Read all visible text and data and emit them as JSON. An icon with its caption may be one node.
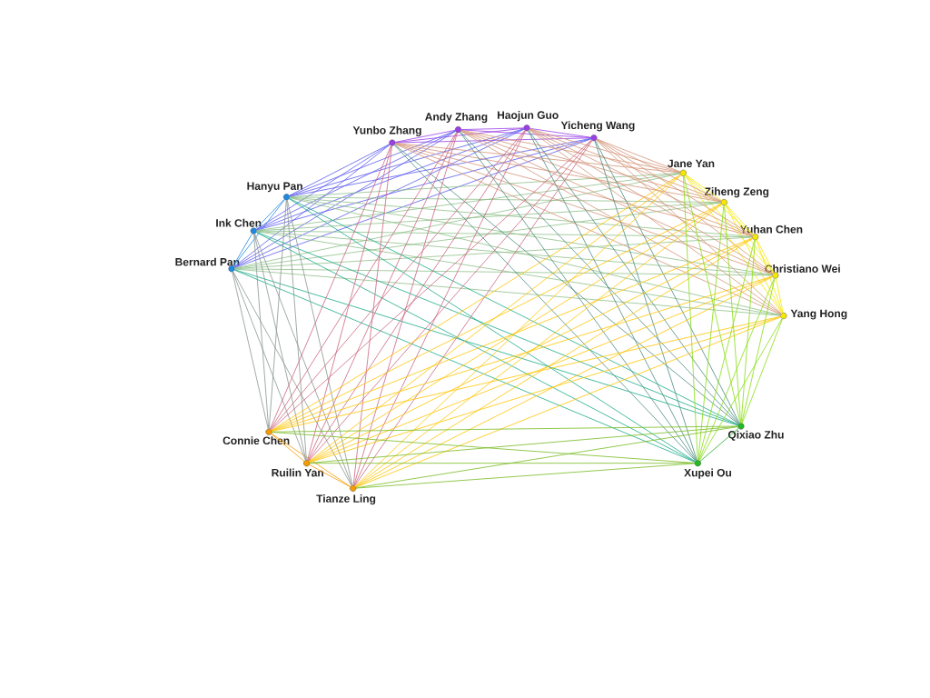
{
  "diagram": {
    "nodes": [
      {
        "text": [
          "Yunbo Zhang"
        ]
      },
      {
        "text": [
          "Andy Zhang"
        ]
      },
      {
        "text": [
          "Haojun Guo"
        ]
      },
      {
        "text": [
          "Yicheng Wang"
        ]
      },
      {
        "text": [
          "Hanyu Pan"
        ]
      },
      {
        "text": [
          "Ink Chen"
        ]
      },
      {
        "text": [
          "Bernard Pan"
        ]
      },
      {
        "text": [
          "Jane Yan"
        ]
      },
      {
        "text": [
          "Ziheng Zeng"
        ]
      },
      {
        "text": [
          "Yuhan Chen"
        ]
      },
      {
        "text": [
          "Christiano Wei"
        ]
      },
      {
        "text": [
          "Yang Hong"
        ]
      },
      {
        "text": [
          "Tianze Ling"
        ]
      },
      {
        "text": [
          "Ruilin Yan"
        ]
      },
      {
        "text": [
          "Connie Chen"
        ]
      },
      {
        "text": [
          "Qixiao Zhu"
        ]
      },
      {
        "text": [
          "Xupei Ou"
        ]
      }
    ],
    "edges": [
      {
        "from": 0,
        "to": 1,
        "arrow": "none",
        "color": "#9b40e8"
      },
      {
        "from": 0,
        "to": 2,
        "arrow": "none",
        "color": "#9b40e8"
      },
      {
        "from": 0,
        "to": 3,
        "arrow": "none",
        "color": "#9b40e8"
      },
      {
        "from": 1,
        "to": 2,
        "arrow": "none",
        "color": "#9b40e8"
      },
      {
        "from": 1,
        "to": 3,
        "arrow": "none",
        "color": "#9b40e8"
      },
      {
        "from": 2,
        "to": 3,
        "arrow": "none",
        "color": "#9b40e8"
      },
      {
        "from": 4,
        "to": 5,
        "arrow": "none",
        "color": "#1e88e5"
      },
      {
        "from": 4,
        "to": 6,
        "arrow": "none",
        "color": "#1e88e5"
      },
      {
        "from": 5,
        "to": 6,
        "arrow": "none",
        "color": "#1e88e5"
      },
      {
        "from": 7,
        "to": 8,
        "arrow": "none",
        "color": "#f5e800"
      },
      {
        "from": 7,
        "to": 9,
        "arrow": "none",
        "color": "#f5e800"
      },
      {
        "from": 7,
        "to": 10,
        "arrow": "none",
        "color": "#f5e800"
      },
      {
        "from": 7,
        "to": 11,
        "arrow": "none",
        "color": "#f5e800"
      },
      {
        "from": 8,
        "to": 9,
        "arrow": "none",
        "color": "#f5e800"
      },
      {
        "from": 8,
        "to": 10,
        "arrow": "none",
        "color": "#f5e800"
      },
      {
        "from": 8,
        "to": 11,
        "arrow": "none",
        "color": "#f5e800"
      },
      {
        "from": 9,
        "to": 10,
        "arrow": "none",
        "color": "#f5e800"
      },
      {
        "from": 9,
        "to": 11,
        "arrow": "none",
        "color": "#f5e800"
      },
      {
        "from": 10,
        "to": 11,
        "arrow": "none",
        "color": "#f5e800"
      },
      {
        "from": 12,
        "to": 13,
        "arrow": "none",
        "color": "#f59b00"
      },
      {
        "from": 12,
        "to": 14,
        "arrow": "none",
        "color": "#f59b00"
      },
      {
        "from": 13,
        "to": 14,
        "arrow": "none",
        "color": "#f59b00"
      },
      {
        "from": 15,
        "to": 16,
        "arrow": "none",
        "color": "#22aa22"
      },
      {
        "from": 4,
        "to": 0,
        "arrow": "none",
        "color": "#5b5bf0"
      },
      {
        "from": 4,
        "to": 1,
        "arrow": "none",
        "color": "#5b5bf0"
      },
      {
        "from": 4,
        "to": 2,
        "arrow": "none",
        "color": "#5b5bf0"
      },
      {
        "from": 4,
        "to": 3,
        "arrow": "none",
        "color": "#5b5bf0"
      },
      {
        "from": 5,
        "to": 0,
        "arrow": "none",
        "color": "#5b5bf0"
      },
      {
        "from": 5,
        "to": 1,
        "arrow": "none",
        "color": "#5b5bf0"
      },
      {
        "from": 5,
        "to": 2,
        "arrow": "none",
        "color": "#5b5bf0"
      },
      {
        "from": 5,
        "to": 3,
        "arrow": "none",
        "color": "#5b5bf0"
      },
      {
        "from": 6,
        "to": 0,
        "arrow": "none",
        "color": "#5b5bf0"
      },
      {
        "from": 6,
        "to": 1,
        "arrow": "none",
        "color": "#5b5bf0"
      },
      {
        "from": 6,
        "to": 2,
        "arrow": "none",
        "color": "#5b5bf0"
      },
      {
        "from": 6,
        "to": 3,
        "arrow": "none",
        "color": "#5b5bf0"
      },
      {
        "from": 4,
        "to": 7,
        "arrow": "none",
        "color": "#8fc08a"
      },
      {
        "from": 4,
        "to": 8,
        "arrow": "none",
        "color": "#8fc08a"
      },
      {
        "from": 4,
        "to": 9,
        "arrow": "none",
        "color": "#8fc08a"
      },
      {
        "from": 4,
        "to": 10,
        "arrow": "none",
        "color": "#8fc08a"
      },
      {
        "from": 4,
        "to": 11,
        "arrow": "none",
        "color": "#8fc08a"
      },
      {
        "from": 5,
        "to": 7,
        "arrow": "none",
        "color": "#8fc08a"
      },
      {
        "from": 5,
        "to": 8,
        "arrow": "none",
        "color": "#8fc08a"
      },
      {
        "from": 5,
        "to": 9,
        "arrow": "none",
        "color": "#8fc08a"
      },
      {
        "from": 5,
        "to": 10,
        "arrow": "none",
        "color": "#8fc08a"
      },
      {
        "from": 5,
        "to": 11,
        "arrow": "none",
        "color": "#8fc08a"
      },
      {
        "from": 6,
        "to": 7,
        "arrow": "none",
        "color": "#8fc08a"
      },
      {
        "from": 6,
        "to": 8,
        "arrow": "none",
        "color": "#8fc08a"
      },
      {
        "from": 6,
        "to": 9,
        "arrow": "none",
        "color": "#8fc08a"
      },
      {
        "from": 6,
        "to": 10,
        "arrow": "none",
        "color": "#8fc08a"
      },
      {
        "from": 6,
        "to": 11,
        "arrow": "none",
        "color": "#8fc08a"
      },
      {
        "from": 0,
        "to": 7,
        "arrow": "none",
        "color": "#d4957a"
      },
      {
        "from": 0,
        "to": 8,
        "arrow": "none",
        "color": "#d4957a"
      },
      {
        "from": 0,
        "to": 9,
        "arrow": "none",
        "color": "#d4957a"
      },
      {
        "from": 0,
        "to": 10,
        "arrow": "none",
        "color": "#d4957a"
      },
      {
        "from": 0,
        "to": 11,
        "arrow": "none",
        "color": "#d4957a"
      },
      {
        "from": 1,
        "to": 7,
        "arrow": "none",
        "color": "#d4957a"
      },
      {
        "from": 1,
        "to": 8,
        "arrow": "none",
        "color": "#d4957a"
      },
      {
        "from": 1,
        "to": 9,
        "arrow": "none",
        "color": "#d4957a"
      },
      {
        "from": 1,
        "to": 10,
        "arrow": "none",
        "color": "#d4957a"
      },
      {
        "from": 1,
        "to": 11,
        "arrow": "none",
        "color": "#d4957a"
      },
      {
        "from": 2,
        "to": 7,
        "arrow": "none",
        "color": "#d4957a"
      },
      {
        "from": 2,
        "to": 8,
        "arrow": "none",
        "color": "#d4957a"
      },
      {
        "from": 2,
        "to": 9,
        "arrow": "none",
        "color": "#d4957a"
      },
      {
        "from": 2,
        "to": 10,
        "arrow": "none",
        "color": "#d4957a"
      },
      {
        "from": 2,
        "to": 11,
        "arrow": "none",
        "color": "#d4957a"
      },
      {
        "from": 3,
        "to": 7,
        "arrow": "none",
        "color": "#d4957a"
      },
      {
        "from": 3,
        "to": 8,
        "arrow": "none",
        "color": "#d4957a"
      },
      {
        "from": 3,
        "to": 9,
        "arrow": "none",
        "color": "#d4957a"
      },
      {
        "from": 3,
        "to": 10,
        "arrow": "none",
        "color": "#d4957a"
      },
      {
        "from": 3,
        "to": 11,
        "arrow": "none",
        "color": "#d4957a"
      },
      {
        "from": 0,
        "to": 15,
        "arrow": "none",
        "color": "#4a8a80"
      },
      {
        "from": 0,
        "to": 16,
        "arrow": "none",
        "color": "#4a8a80"
      },
      {
        "from": 1,
        "to": 15,
        "arrow": "none",
        "color": "#4a8a80"
      },
      {
        "from": 1,
        "to": 16,
        "arrow": "none",
        "color": "#4a8a80"
      },
      {
        "from": 2,
        "to": 15,
        "arrow": "none",
        "color": "#4a8a80"
      },
      {
        "from": 2,
        "to": 16,
        "arrow": "none",
        "color": "#4a8a80"
      },
      {
        "from": 3,
        "to": 15,
        "arrow": "none",
        "color": "#4a8a80"
      },
      {
        "from": 3,
        "to": 16,
        "arrow": "none",
        "color": "#4a8a80"
      },
      {
        "from": 4,
        "to": 15,
        "arrow": "none",
        "color": "#1aaa88"
      },
      {
        "from": 4,
        "to": 16,
        "arrow": "none",
        "color": "#1aaa88"
      },
      {
        "from": 5,
        "to": 15,
        "arrow": "none",
        "color": "#1aaa88"
      },
      {
        "from": 5,
        "to": 16,
        "arrow": "none",
        "color": "#1aaa88"
      },
      {
        "from": 6,
        "to": 15,
        "arrow": "none",
        "color": "#1aaa88"
      },
      {
        "from": 6,
        "to": 16,
        "arrow": "none",
        "color": "#1aaa88"
      },
      {
        "from": 4,
        "to": 12,
        "arrow": "none",
        "color": "#8a9590"
      },
      {
        "from": 4,
        "to": 13,
        "arrow": "none",
        "color": "#8a9590"
      },
      {
        "from": 4,
        "to": 14,
        "arrow": "none",
        "color": "#8a9590"
      },
      {
        "from": 5,
        "to": 12,
        "arrow": "none",
        "color": "#8a9590"
      },
      {
        "from": 5,
        "to": 13,
        "arrow": "none",
        "color": "#8a9590"
      },
      {
        "from": 5,
        "to": 14,
        "arrow": "none",
        "color": "#8a9590"
      },
      {
        "from": 6,
        "to": 12,
        "arrow": "none",
        "color": "#8a9590"
      },
      {
        "from": 6,
        "to": 13,
        "arrow": "none",
        "color": "#8a9590"
      },
      {
        "from": 6,
        "to": 14,
        "arrow": "none",
        "color": "#8a9590"
      },
      {
        "from": 0,
        "to": 12,
        "arrow": "none",
        "color": "#cc6680"
      },
      {
        "from": 0,
        "to": 13,
        "arrow": "none",
        "color": "#cc6680"
      },
      {
        "from": 0,
        "to": 14,
        "arrow": "none",
        "color": "#cc6680"
      },
      {
        "from": 1,
        "to": 12,
        "arrow": "none",
        "color": "#cc6680"
      },
      {
        "from": 1,
        "to": 13,
        "arrow": "none",
        "color": "#cc6680"
      },
      {
        "from": 1,
        "to": 14,
        "arrow": "none",
        "color": "#cc6680"
      },
      {
        "from": 2,
        "to": 12,
        "arrow": "none",
        "color": "#cc6680"
      },
      {
        "from": 2,
        "to": 13,
        "arrow": "none",
        "color": "#cc6680"
      },
      {
        "from": 2,
        "to": 14,
        "arrow": "none",
        "color": "#cc6680"
      },
      {
        "from": 3,
        "to": 12,
        "arrow": "none",
        "color": "#cc6680"
      },
      {
        "from": 3,
        "to": 13,
        "arrow": "none",
        "color": "#cc6680"
      },
      {
        "from": 3,
        "to": 14,
        "arrow": "none",
        "color": "#cc6680"
      },
      {
        "from": 7,
        "to": 12,
        "arrow": "none",
        "color": "#ffc400"
      },
      {
        "from": 7,
        "to": 13,
        "arrow": "none",
        "color": "#ffc400"
      },
      {
        "from": 7,
        "to": 14,
        "arrow": "none",
        "color": "#ffc400"
      },
      {
        "from": 8,
        "to": 12,
        "arrow": "none",
        "color": "#ffc400"
      },
      {
        "from": 8,
        "to": 13,
        "arrow": "none",
        "color": "#ffc400"
      },
      {
        "from": 8,
        "to": 14,
        "arrow": "none",
        "color": "#ffc400"
      },
      {
        "from": 9,
        "to": 12,
        "arrow": "none",
        "color": "#ffc400"
      },
      {
        "from": 9,
        "to": 13,
        "arrow": "none",
        "color": "#ffc400"
      },
      {
        "from": 9,
        "to": 14,
        "arrow": "none",
        "color": "#ffc400"
      },
      {
        "from": 10,
        "to": 12,
        "arrow": "none",
        "color": "#ffc400"
      },
      {
        "from": 10,
        "to": 13,
        "arrow": "none",
        "color": "#ffc400"
      },
      {
        "from": 10,
        "to": 14,
        "arrow": "none",
        "color": "#ffc400"
      },
      {
        "from": 11,
        "to": 12,
        "arrow": "none",
        "color": "#ffc400"
      },
      {
        "from": 11,
        "to": 13,
        "arrow": "none",
        "color": "#ffc400"
      },
      {
        "from": 11,
        "to": 14,
        "arrow": "none",
        "color": "#ffc400"
      },
      {
        "from": 7,
        "to": 15,
        "arrow": "none",
        "color": "#88dd11"
      },
      {
        "from": 7,
        "to": 16,
        "arrow": "none",
        "color": "#88dd11"
      },
      {
        "from": 8,
        "to": 15,
        "arrow": "none",
        "color": "#88dd11"
      },
      {
        "from": 8,
        "to": 16,
        "arrow": "none",
        "color": "#88dd11"
      },
      {
        "from": 9,
        "to": 15,
        "arrow": "none",
        "color": "#88dd11"
      },
      {
        "from": 9,
        "to": 16,
        "arrow": "none",
        "color": "#88dd11"
      },
      {
        "from": 10,
        "to": 15,
        "arrow": "none",
        "color": "#88dd11"
      },
      {
        "from": 10,
        "to": 16,
        "arrow": "none",
        "color": "#88dd11"
      },
      {
        "from": 11,
        "to": 15,
        "arrow": "none",
        "color": "#88dd11"
      },
      {
        "from": 11,
        "to": 16,
        "arrow": "none",
        "color": "#88dd11"
      },
      {
        "from": 12,
        "to": 15,
        "arrow": "none",
        "color": "#77bb22"
      },
      {
        "from": 12,
        "to": 16,
        "arrow": "none",
        "color": "#77bb22"
      },
      {
        "from": 13,
        "to": 15,
        "arrow": "none",
        "color": "#77bb22"
      },
      {
        "from": 13,
        "to": 16,
        "arrow": "none",
        "color": "#77bb22"
      },
      {
        "from": 14,
        "to": 15,
        "arrow": "none",
        "color": "#77bb22"
      },
      {
        "from": 14,
        "to": 16,
        "arrow": "none",
        "color": "#77bb22"
      }
    ]
  }
}
